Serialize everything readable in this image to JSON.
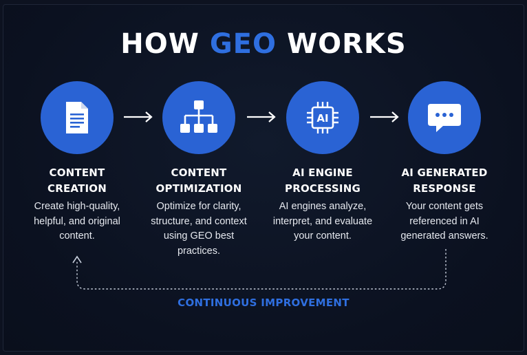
{
  "title": {
    "prefix": "HOW",
    "accent": "GEO",
    "suffix": "WORKS"
  },
  "colors": {
    "accent": "#2f6fe0",
    "circle": "#2a63d4",
    "background": "#0d1220"
  },
  "steps": [
    {
      "icon": "document-icon",
      "title_line1": "CONTENT",
      "title_line2": "CREATION",
      "desc_lines": [
        "Create high-quality,",
        "helpful, and original",
        "content."
      ]
    },
    {
      "icon": "hierarchy-icon",
      "title_line1": "CONTENT",
      "title_line2": "OPTIMIZATION",
      "desc_lines": [
        "Optimize for clarity,",
        "structure, and context",
        "using GEO best",
        "practices."
      ]
    },
    {
      "icon": "ai-chip-icon",
      "icon_text": "AI",
      "title_line1": "AI ENGINE",
      "title_line2": "PROCESSING",
      "desc_lines": [
        "AI engines analyze,",
        "interpret, and evaluate",
        "your content."
      ]
    },
    {
      "icon": "chat-bubble-icon",
      "title_line1": "AI GENERATED",
      "title_line2": "RESPONSE",
      "desc_lines": [
        "Your content gets",
        "referenced in AI",
        "generated answers."
      ]
    }
  ],
  "cycle": {
    "label": "CONTINUOUS IMPROVEMENT"
  }
}
